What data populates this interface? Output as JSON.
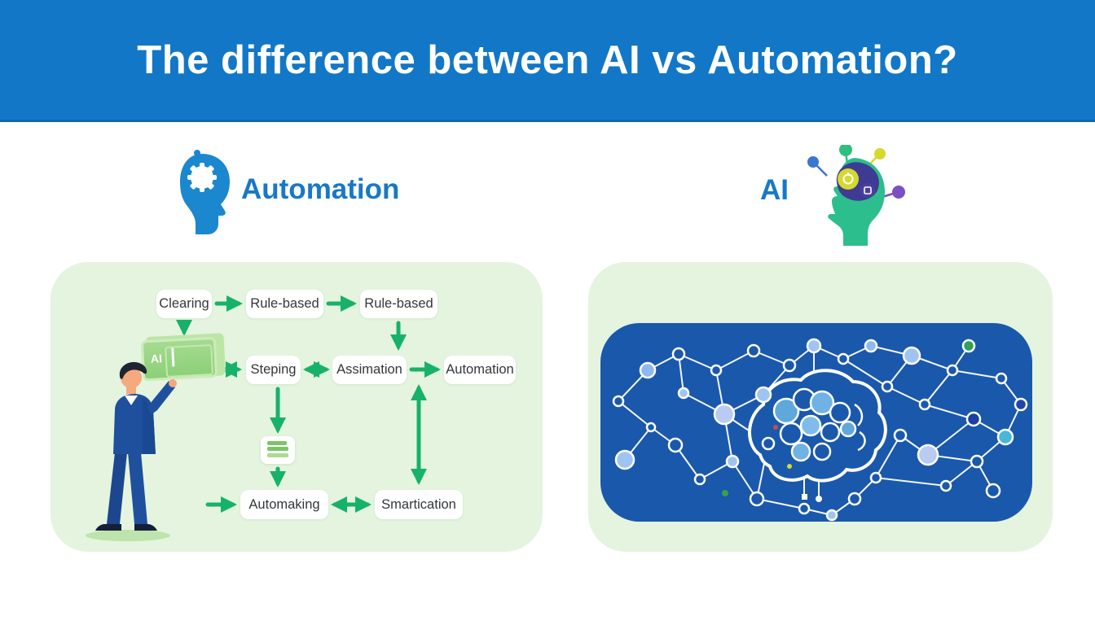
{
  "header": {
    "title": "The difference between AI vs Automation?"
  },
  "automation_section": {
    "label": "Automation",
    "flow": {
      "clearing": "Clearing",
      "rule_based_1": "Rule-based",
      "rule_based_2": "Rule-based",
      "steping": "Steping",
      "assimation": "Assimation",
      "automation": "Automation",
      "automaking": "Automaking",
      "smartication": "Smartication"
    },
    "tablet_label": "AI"
  },
  "ai_section": {
    "label": "AI"
  },
  "icons": {
    "automation_head": "head-with-gear-icon",
    "ai_head": "head-with-pins-icon",
    "flow_steps_icon": "list-icon",
    "network": "neural-network-brain-illustration"
  },
  "colors": {
    "header_bg": "#1277C7",
    "section_label_blue": "#1878C8",
    "card_bg": "#E4F4DE",
    "arrow_green": "#17B26A",
    "network_panel_blue": "#1A58AC",
    "automation_head_blue": "#1B87CF",
    "ai_head_green": "#2CBE8C",
    "suit_blue": "#1E509E"
  }
}
